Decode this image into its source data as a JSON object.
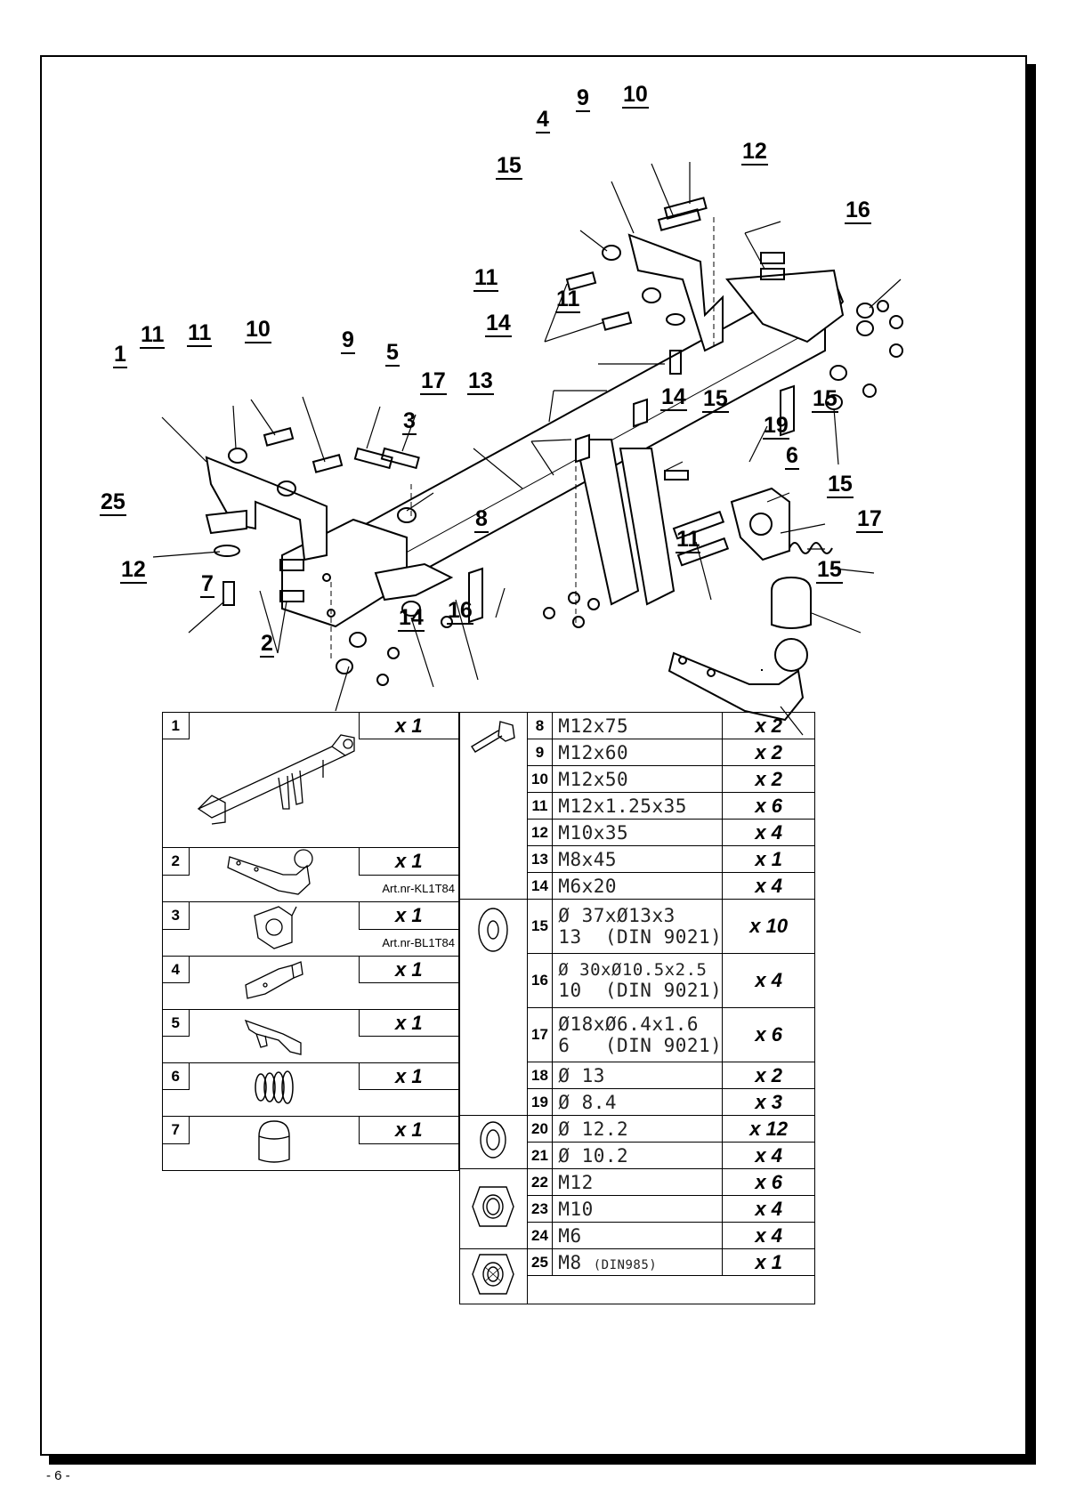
{
  "page": {
    "footer": "- 6 -"
  },
  "callouts": [
    {
      "id": "c10a",
      "text": "10"
    },
    {
      "id": "c9a",
      "text": "9"
    },
    {
      "id": "c4",
      "text": "4"
    },
    {
      "id": "c15a",
      "text": "15"
    },
    {
      "id": "c12a",
      "text": "12"
    },
    {
      "id": "c16a",
      "text": "16"
    },
    {
      "id": "c11a",
      "text": "11"
    },
    {
      "id": "c11b",
      "text": "11"
    },
    {
      "id": "c14a",
      "text": "14"
    },
    {
      "id": "c15b",
      "text": "15"
    },
    {
      "id": "c11c",
      "text": "11"
    },
    {
      "id": "c11d",
      "text": "11"
    },
    {
      "id": "c10b",
      "text": "10"
    },
    {
      "id": "c9b",
      "text": "9"
    },
    {
      "id": "c5",
      "text": "5"
    },
    {
      "id": "c1",
      "text": "1"
    },
    {
      "id": "c17a",
      "text": "17"
    },
    {
      "id": "c13",
      "text": "13"
    },
    {
      "id": "c14b",
      "text": "14"
    },
    {
      "id": "c15c",
      "text": "15"
    },
    {
      "id": "c3",
      "text": "3"
    },
    {
      "id": "c19",
      "text": "19"
    },
    {
      "id": "c6",
      "text": "6"
    },
    {
      "id": "c15d",
      "text": "15"
    },
    {
      "id": "c25",
      "text": "25"
    },
    {
      "id": "c17b",
      "text": "17"
    },
    {
      "id": "c8",
      "text": "8"
    },
    {
      "id": "c11e",
      "text": "11"
    },
    {
      "id": "c12b",
      "text": "12"
    },
    {
      "id": "c7",
      "text": "7"
    },
    {
      "id": "c15e",
      "text": "15"
    },
    {
      "id": "c14c",
      "text": "14"
    },
    {
      "id": "c16b",
      "text": "16"
    },
    {
      "id": "c2",
      "text": "2"
    }
  ],
  "parts_left": [
    {
      "num": "1",
      "qty": "x 1",
      "art": "",
      "icon": "towbar-frame-icon"
    },
    {
      "num": "2",
      "qty": "x 1",
      "art": "Art.nr-KL1T84",
      "icon": "tow-ball-arm-icon"
    },
    {
      "num": "3",
      "qty": "x 1",
      "art": "Art.nr-BL1T84",
      "icon": "socket-plate-icon"
    },
    {
      "num": "4",
      "qty": "x 1",
      "art": "",
      "icon": "bracket-right-icon"
    },
    {
      "num": "5",
      "qty": "x 1",
      "art": "",
      "icon": "bracket-left-icon"
    },
    {
      "num": "6",
      "qty": "x 1",
      "art": "",
      "icon": "spring-icon"
    },
    {
      "num": "7",
      "qty": "x 1",
      "art": "",
      "icon": "ball-cap-icon"
    }
  ],
  "parts_right": [
    {
      "num": "8",
      "spec": "M12x75",
      "qty": "x 2"
    },
    {
      "num": "9",
      "spec": "M12x60",
      "qty": "x 2"
    },
    {
      "num": "10",
      "spec": "M12x50",
      "qty": "x 2"
    },
    {
      "num": "11",
      "spec": "M12x1.25x35",
      "qty": "x 6"
    },
    {
      "num": "12",
      "spec": "M10x35",
      "qty": "x 4"
    },
    {
      "num": "13",
      "spec": "M8x45",
      "qty": "x 1"
    },
    {
      "num": "14",
      "spec": "M6x20",
      "qty": "x 4"
    },
    {
      "num": "15",
      "spec": "Ø 37xØ13x3",
      "spec2": "13  (DIN 9021)",
      "qty": "x 10"
    },
    {
      "num": "16",
      "spec": "Ø 30xØ10.5x2.5",
      "spec2": "10  (DIN 9021)",
      "qty": "x 4"
    },
    {
      "num": "17",
      "spec": "Ø18xØ6.4x1.6",
      "spec2": "6   (DIN 9021)",
      "qty": "x 6"
    },
    {
      "num": "18",
      "spec": "Ø 13",
      "qty": "x 2"
    },
    {
      "num": "19",
      "spec": "Ø 8.4",
      "qty": "x 3"
    },
    {
      "num": "20",
      "spec": "Ø 12.2",
      "qty": "x 12"
    },
    {
      "num": "21",
      "spec": "Ø 10.2",
      "qty": "x 4"
    },
    {
      "num": "22",
      "spec": "M12",
      "qty": "x 6"
    },
    {
      "num": "23",
      "spec": "M10",
      "qty": "x 4"
    },
    {
      "num": "24",
      "spec": "M6",
      "qty": "x 4"
    },
    {
      "num": "25",
      "spec": "M8",
      "spec_small": "(DIN985)",
      "qty": "x 1"
    }
  ],
  "group_icons": [
    "bolt-icon",
    "flat-washer-icon",
    "spring-washer-icon",
    "hex-nut-icon",
    "lock-nut-icon"
  ]
}
